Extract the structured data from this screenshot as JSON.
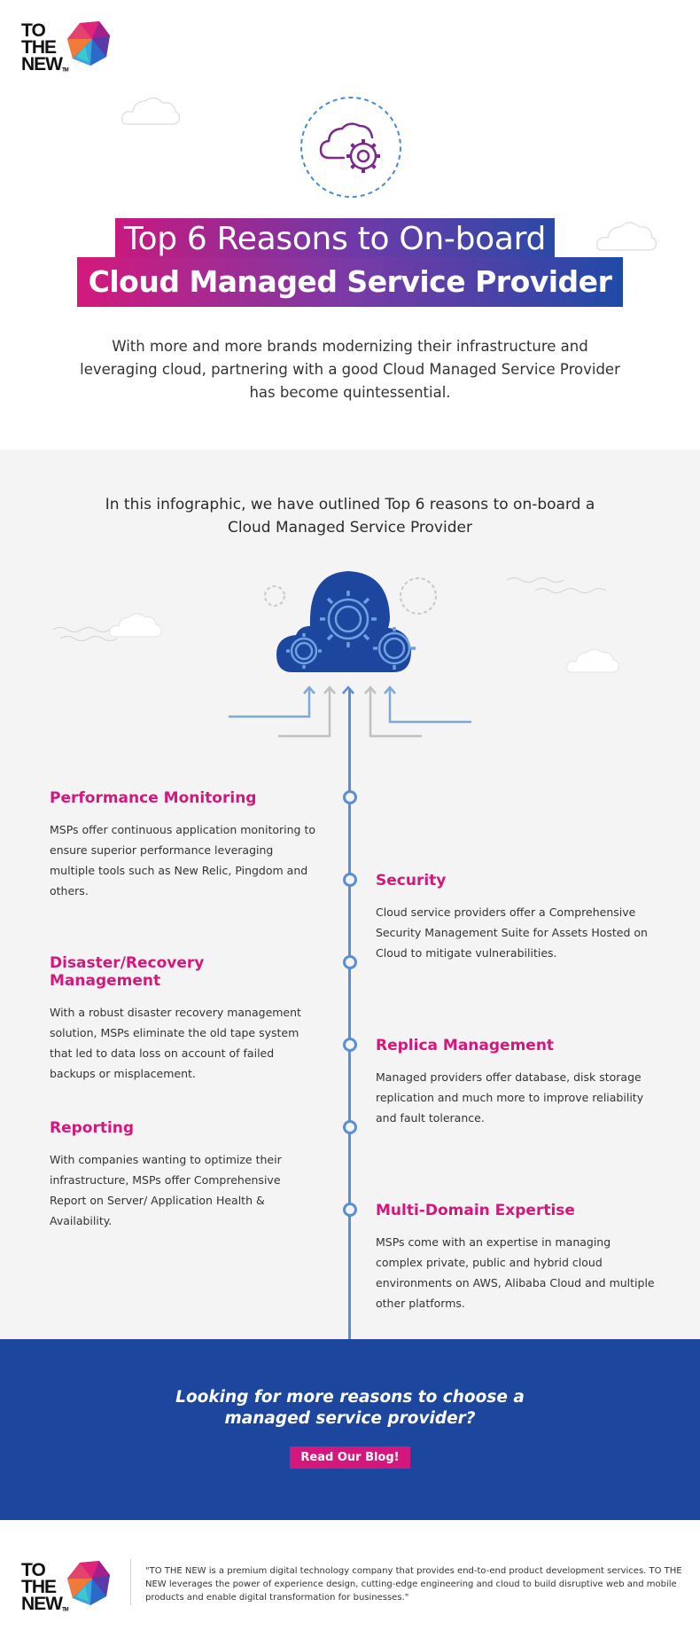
{
  "brand": {
    "logo_line1": "TO",
    "logo_line2": "THE",
    "logo_line3": "NEW",
    "logo_tm": "TM",
    "colors": {
      "pink": "#d4177d",
      "blue": "#1d469f",
      "accent_blue": "#5b8fd3",
      "purple": "#7b2a8a"
    }
  },
  "header": {
    "title_line1": "Top 6 Reasons to On-board a",
    "title_line2": "Cloud Managed Service Provider",
    "intro": "With more and more brands modernizing their infrastructure and leveraging cloud, partnering with a good Cloud Managed Service Provider has become quintessential.",
    "icon": "cloud-gear-icon"
  },
  "infographic": {
    "outline": "In this infographic, we have outlined Top 6 reasons to on-board a Cloud Managed Service Provider",
    "hero_icon": "cloud-gears-icon",
    "items": [
      {
        "title": "Performance Monitoring",
        "text": "MSPs offer continuous application monitoring to ensure superior performance leveraging multiple tools such as New Relic, Pingdom and others."
      },
      {
        "title": "Security",
        "text": "Cloud service providers offer a Comprehensive Security Management Suite for Assets Hosted on Cloud to mitigate vulnerabilities."
      },
      {
        "title": "Disaster/Recovery Management",
        "text": "With a robust disaster recovery management solution, MSPs eliminate the old tape system that led to data loss on account of failed backups or misplacement."
      },
      {
        "title": "Replica Management",
        "text": "Managed providers offer database, disk storage replication and much more to improve reliability and fault tolerance."
      },
      {
        "title": "Reporting",
        "text": "With companies wanting to optimize their infrastructure, MSPs offer Comprehensive Report on Server/ Application Health & Availability."
      },
      {
        "title": "Multi-Domain Expertise",
        "text": "MSPs come with an expertise in managing complex private, public and hybrid cloud environments on AWS, Alibaba Cloud and multiple other platforms."
      }
    ]
  },
  "cta": {
    "line1": "Looking for more reasons to choose a",
    "line2": "managed service provider?",
    "button": "Read Our Blog!"
  },
  "footer": {
    "text": "\"TO THE NEW is a premium digital technology company that provides end-to-end product development services. TO THE NEW leverages the power of experience design, cutting-edge engineering and cloud to build disruptive web and mobile products and enable digital transformation for businesses.\""
  }
}
